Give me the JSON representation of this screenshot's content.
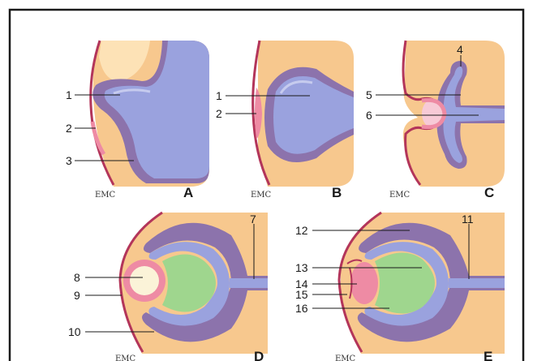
{
  "colors": {
    "mesenchyme": "#f7c88e",
    "mesenchyme_light": "#fde2b6",
    "vesicle": "#9aa2de",
    "vesicle_inner": "#c6cbee",
    "pigment": "#8c73ac",
    "surface": "#b3355a",
    "placode": "#ee8ba4",
    "lens": "#f7cad6",
    "lens_core": "#fbf3d8",
    "neural_retina": "#9fd68e",
    "frame": "#1a1a1a"
  },
  "panels": [
    {
      "id": "A",
      "label": "A",
      "mark": "EMC"
    },
    {
      "id": "B",
      "label": "B",
      "mark": "EMC"
    },
    {
      "id": "C",
      "label": "C",
      "mark": "EMC"
    },
    {
      "id": "D",
      "label": "D",
      "mark": "EMC"
    },
    {
      "id": "E",
      "label": "E",
      "mark": "EMC"
    }
  ],
  "labels": {
    "l1a": "1",
    "l2a": "2",
    "l3": "3",
    "l1b": "1",
    "l2b": "2",
    "l4": "4",
    "l5": "5",
    "l6": "6",
    "l7": "7",
    "l8": "8",
    "l9": "9",
    "l10": "10",
    "l11": "11",
    "l12": "12",
    "l13": "13",
    "l14": "14",
    "l15": "15",
    "l16": "16"
  }
}
